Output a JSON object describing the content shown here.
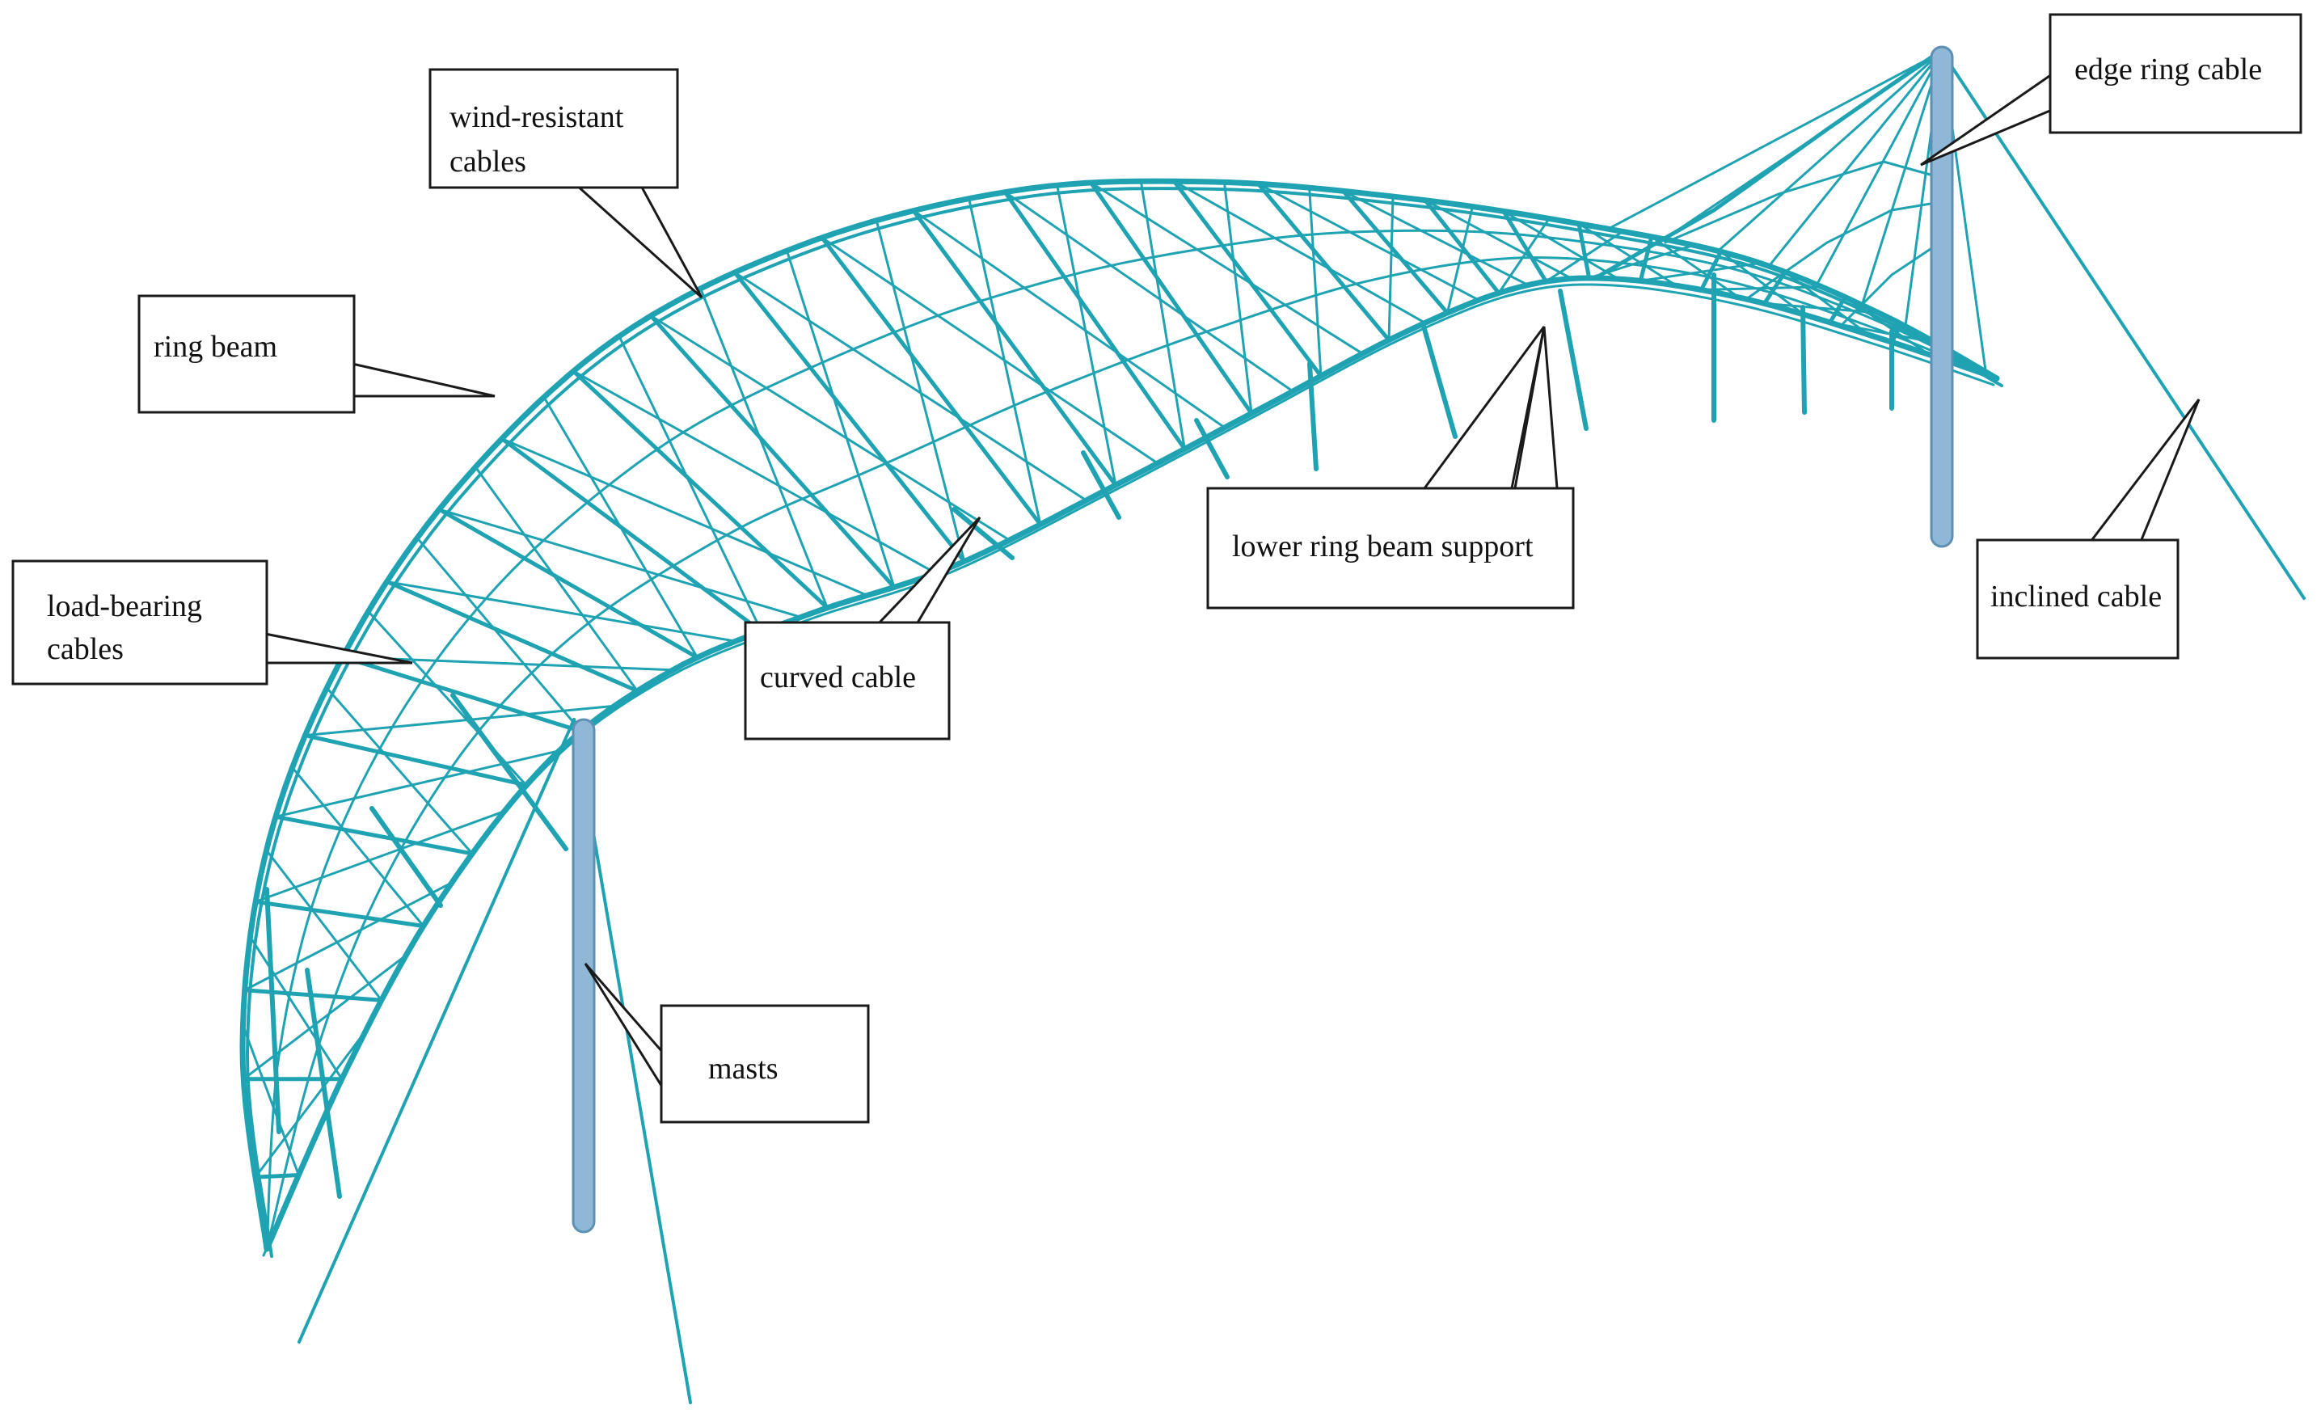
{
  "colors": {
    "structure": "#1fa3b3",
    "structure_dark": "#138c9a",
    "mast_fill": "#8fb8d6",
    "mast_edge": "#5e8fb4",
    "callout_border": "#1a1a1a",
    "text": "#111111",
    "background": "#ffffff"
  },
  "labels": {
    "wind_resistant": [
      "wind-resistant",
      "cables"
    ],
    "ring_beam": [
      "ring beam"
    ],
    "load_bearing": [
      "load-bearing",
      "cables"
    ],
    "curved_cable": [
      "curved cable"
    ],
    "lower_ring_beam_support": [
      "lower ring beam support"
    ],
    "edge_ring_cable": [
      "edge ring cable"
    ],
    "inclined_cable": [
      "inclined cable"
    ],
    "masts": [
      "masts"
    ]
  }
}
